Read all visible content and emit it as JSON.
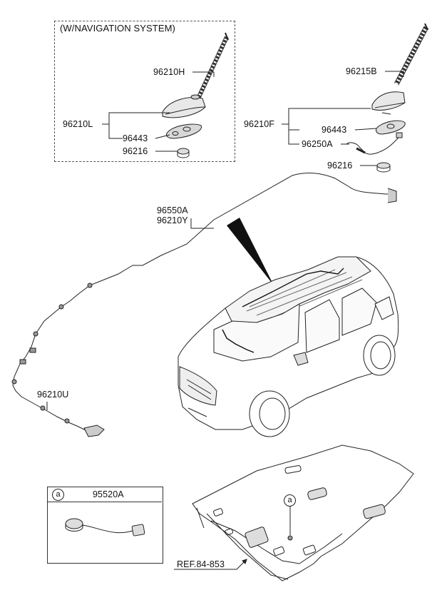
{
  "nav_box": {
    "title": "(W/NAVIGATION SYSTEM)"
  },
  "parts": {
    "p96210H": "96210H",
    "p96210L": "96210L",
    "p96443_nav": "96443",
    "p96216_nav": "96216",
    "p96215B": "96215B",
    "p96210F": "96210F",
    "p96443": "96443",
    "p96250A": "96250A",
    "p96216": "96216",
    "p96550A": "96550A",
    "p96210Y": "96210Y",
    "p96210U": "96210U",
    "p95520A": "95520A"
  },
  "legend_box": {
    "callout": "a",
    "part": "95520A"
  },
  "headliner_callout": "a",
  "reference": "REF.84-853",
  "icons": [
    "shark-fin-antenna",
    "whip-antenna",
    "antenna-cable",
    "vehicle",
    "headliner",
    "microphone"
  ]
}
